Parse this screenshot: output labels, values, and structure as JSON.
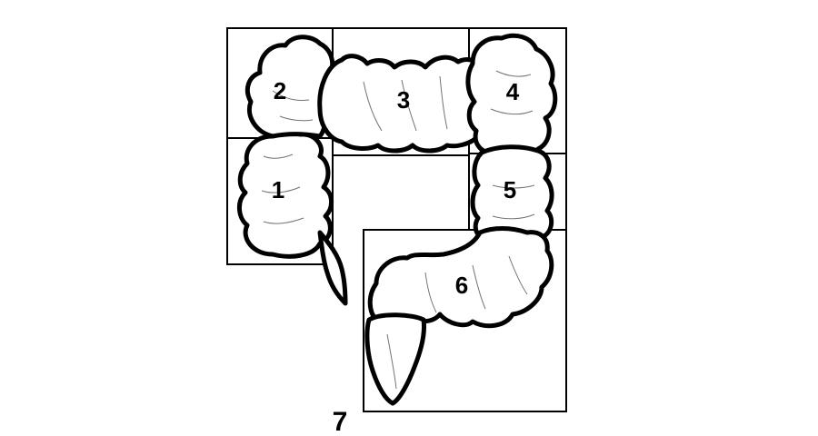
{
  "diagram": {
    "colors": {
      "background": "#ffffff",
      "outline": "#000000",
      "organ_fill": "#ffffff",
      "box_stroke": "#000000"
    },
    "regions": [
      {
        "id": "region-1",
        "label": "1"
      },
      {
        "id": "region-2",
        "label": "2"
      },
      {
        "id": "region-3",
        "label": "3"
      },
      {
        "id": "region-4",
        "label": "4"
      },
      {
        "id": "region-5",
        "label": "5"
      },
      {
        "id": "region-6",
        "label": "6"
      },
      {
        "id": "region-7",
        "label": "7"
      }
    ]
  }
}
